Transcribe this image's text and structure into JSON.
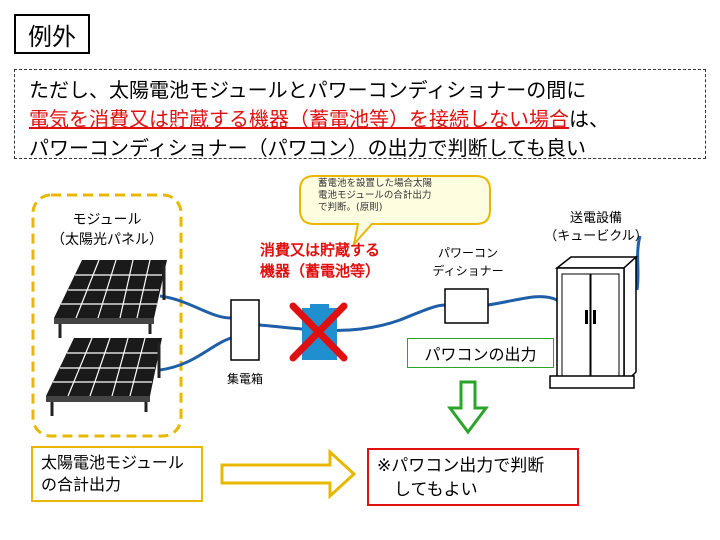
{
  "title": "例外",
  "note": {
    "line1": "ただし、太陽電池モジュールとパワーコンディショナーの間に",
    "line2_red": "電気を消費又は貯蔵する機器（蓄電池等）を接続しない場合",
    "line2_rest": "は、",
    "line3": "パワーコンディショナー（パワコン）の出力で判断しても良い"
  },
  "module_label": [
    "モジュール",
    "（太陽光パネル）"
  ],
  "junction_box_label": "集電箱",
  "storage_label": [
    "消費又は貯蔵する",
    "機器（蓄電池等）"
  ],
  "pcs_label": [
    "パワーコン",
    "ディショナー"
  ],
  "substation_label": [
    "送電設備",
    "（キュービクル）"
  ],
  "bubble_text": [
    "蓄電池を設置した場合太陽",
    "電池モジュールの合計出力",
    "で判断。(原則)"
  ],
  "pcs_output_label": "パワコンの出力",
  "module_output_label": [
    "太陽電池モジュール",
    "の合計出力"
  ],
  "result_label": [
    "※パワコン出力で判断",
    "　してもよい"
  ],
  "colors": {
    "red": "#e01010",
    "yellow": "#e8b800",
    "green": "#2aa52a",
    "cable": "#1f5fa8"
  }
}
